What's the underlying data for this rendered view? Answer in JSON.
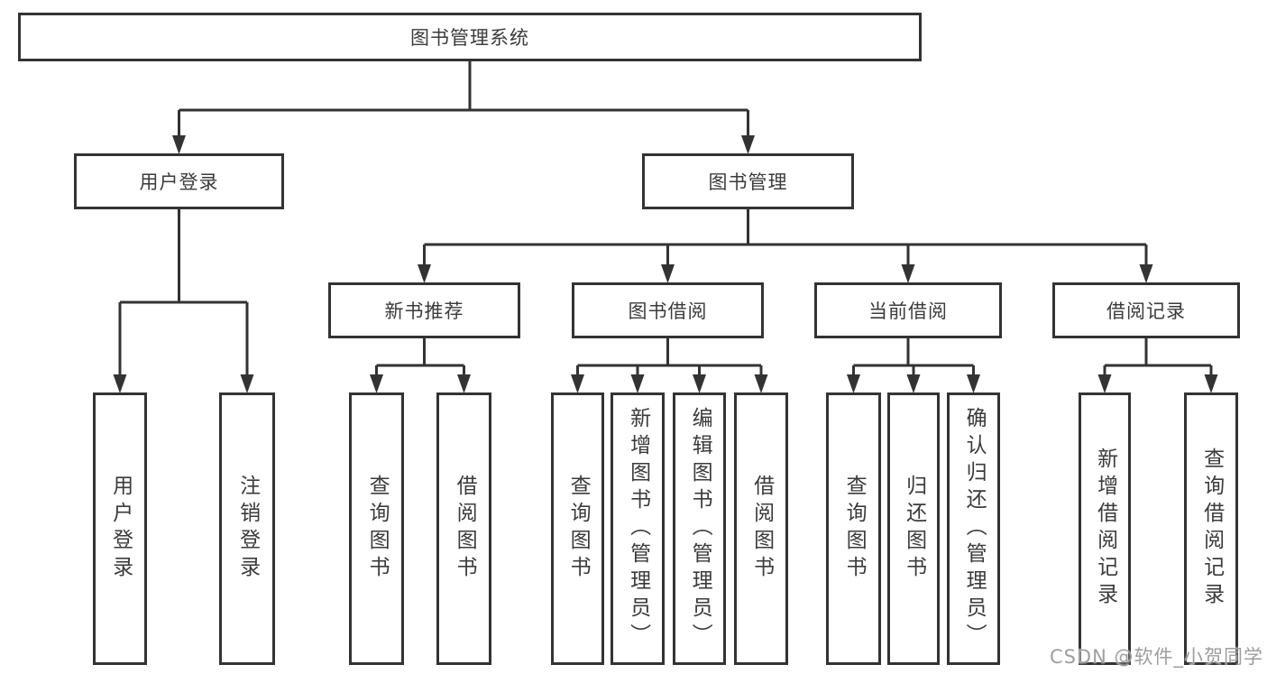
{
  "diagram": {
    "tree": {
      "label": "图书管理系统",
      "children": [
        {
          "label": "用户登录",
          "children": [
            {
              "label": "用户登录"
            },
            {
              "label": "注销登录"
            }
          ]
        },
        {
          "label": "图书管理",
          "children": [
            {
              "label": "新书推荐",
              "children": [
                {
                  "label": "查询图书"
                },
                {
                  "label": "借阅图书"
                }
              ]
            },
            {
              "label": "图书借阅",
              "children": [
                {
                  "label": "查询图书"
                },
                {
                  "label": "新增图书（管理员）"
                },
                {
                  "label": "编辑图书（管理员）"
                },
                {
                  "label": "借阅图书"
                }
              ]
            },
            {
              "label": "当前借阅",
              "children": [
                {
                  "label": "查询图书"
                },
                {
                  "label": "归还图书"
                },
                {
                  "label": "确认归还（管理员）"
                }
              ]
            },
            {
              "label": "借阅记录",
              "children": [
                {
                  "label": "新增借阅记录"
                },
                {
                  "label": "查询借阅记录"
                }
              ]
            }
          ]
        }
      ]
    },
    "colors": {
      "line": "#333333",
      "box_border": "#333333",
      "box_fill": "#ffffff",
      "text": "#3b3b3b",
      "watermark": "#9e9e9e",
      "background": "#ffffff"
    }
  },
  "watermark": {
    "text": "CSDN @软件_小贺同学"
  }
}
